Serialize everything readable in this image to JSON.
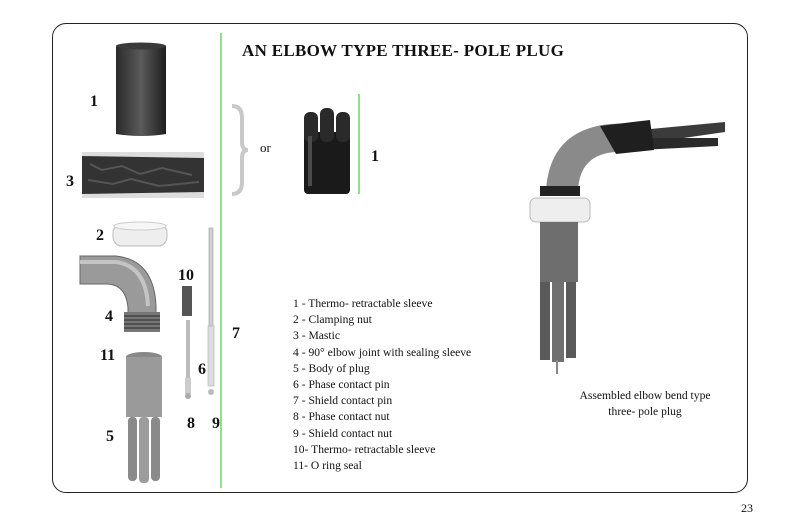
{
  "title": "AN ELBOW TYPE THREE- POLE PLUG",
  "or_text": "or",
  "part_numbers": {
    "sleeve_top": "1",
    "mastic": "3",
    "clamping_nut": "2",
    "pin_10": "10",
    "elbow": "4",
    "shield_pin": "7",
    "oring": "11",
    "phase_pin": "6",
    "body": "5",
    "nut_8": "8",
    "nut_9": "9",
    "sleeve_alt": "1"
  },
  "legend": [
    "1 -  Thermo- retractable sleeve",
    "2 -  Clamping nut",
    "3 -  Mastic",
    "4 -   90° elbow joint with sealing sleeve",
    "5 -  Body of plug",
    "6 -  Phase contact pin",
    "7 -  Shield contact pin",
    "8 -  Phase contact nut",
    "9 -   Shield contact nut",
    "10- Thermo- retractable sleeve",
    "11- O ring seal"
  ],
  "caption": {
    "line1": "Assembled elbow bend type",
    "line2": "three- pole plug"
  },
  "page_number": "23",
  "colors": {
    "divider": "#8fe08a",
    "frame": "#222222"
  }
}
